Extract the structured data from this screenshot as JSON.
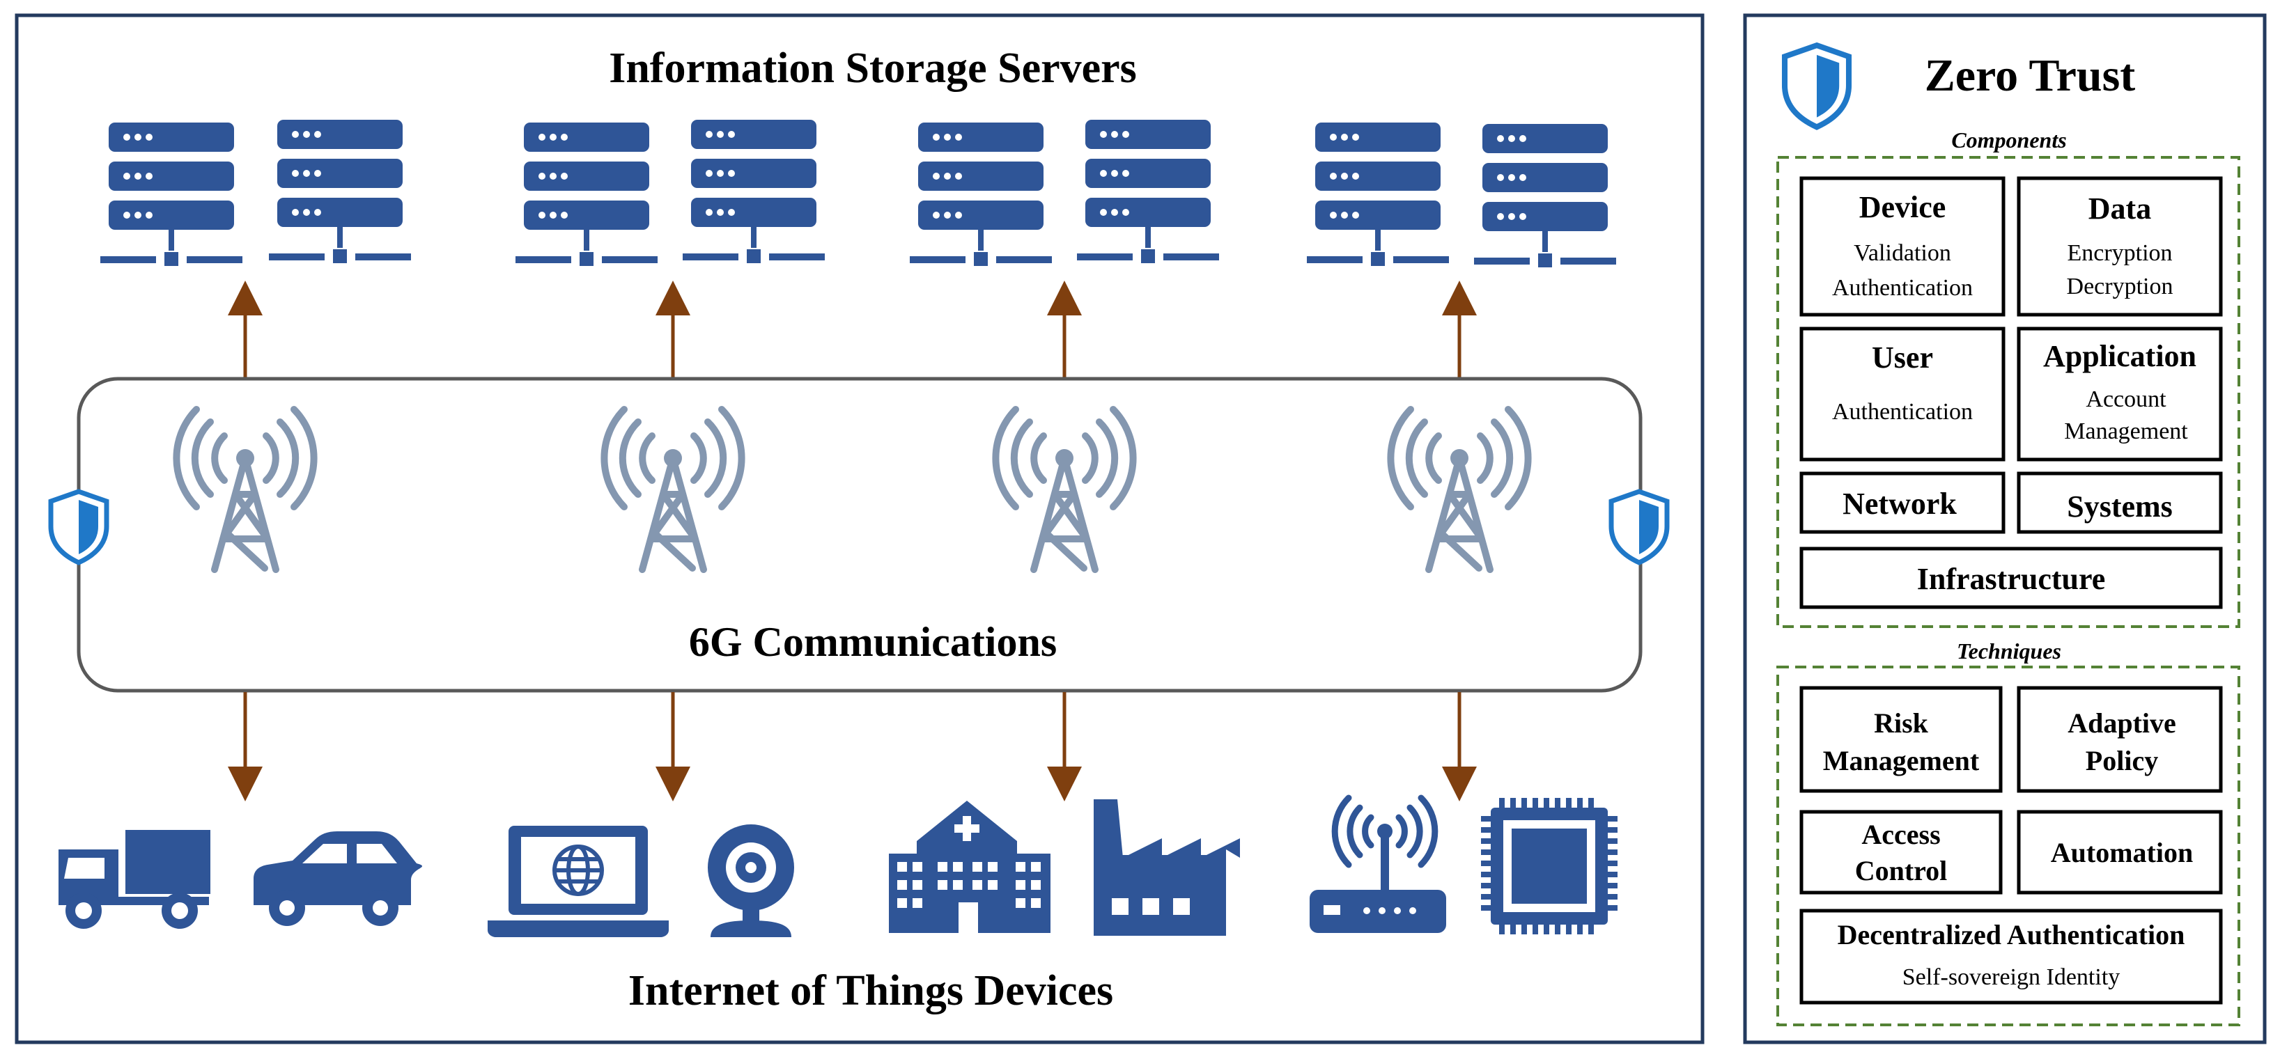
{
  "main_panel": {
    "servers_title": "Information Storage Servers",
    "network_label": "6G Communications",
    "devices_title": "Internet of Things Devices"
  },
  "zero_trust": {
    "title": "Zero Trust",
    "components_label": "Components",
    "components": {
      "device": {
        "title": "Device",
        "line1": "Validation",
        "line2": "Authentication"
      },
      "data": {
        "title": "Data",
        "line1": "Encryption",
        "line2": "Decryption"
      },
      "user": {
        "title": "User",
        "line1": "Authentication"
      },
      "application": {
        "title": "Application",
        "line1": "Account",
        "line2": "Management"
      },
      "network": {
        "title": "Network"
      },
      "systems": {
        "title": "Systems"
      },
      "infrastructure": {
        "title": "Infrastructure"
      }
    },
    "techniques_label": "Techniques",
    "techniques": {
      "risk": {
        "line1": "Risk",
        "line2": "Management"
      },
      "adaptive": {
        "line1": "Adaptive",
        "line2": "Policy"
      },
      "access": {
        "line1": "Access",
        "line2": "Control"
      },
      "automation": {
        "title": "Automation"
      },
      "decentralized": {
        "title": "Decentralized Authentication",
        "line1": "Self-sovereign Identity"
      }
    }
  },
  "colors": {
    "navy": "#233a5e",
    "icon_blue": "#2f5597",
    "tower_gray": "#8497b0",
    "arrow_brown": "#7f3f0f",
    "dashed_green": "#548235",
    "shield_blue": "#1f78c8"
  },
  "icons": {
    "server": "server-rack-icon",
    "tower": "cell-tower-icon",
    "shield": "shield-icon",
    "truck": "truck-icon",
    "car": "car-icon",
    "laptop": "laptop-globe-icon",
    "webcam": "webcam-icon",
    "hospital": "hospital-icon",
    "factory": "factory-icon",
    "router": "wifi-router-icon",
    "chip": "microchip-icon"
  }
}
